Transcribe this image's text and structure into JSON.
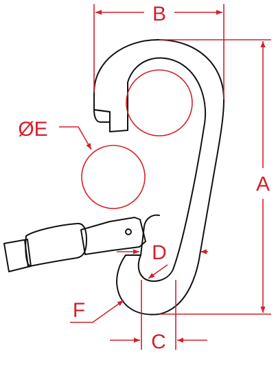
{
  "labels": {
    "a": "A",
    "b": "B",
    "c": "C",
    "d": "D",
    "e": "ØE",
    "f": "F"
  },
  "colors": {
    "dimension": "#d4202a",
    "outline": "#111111",
    "background": "#ffffff"
  }
}
